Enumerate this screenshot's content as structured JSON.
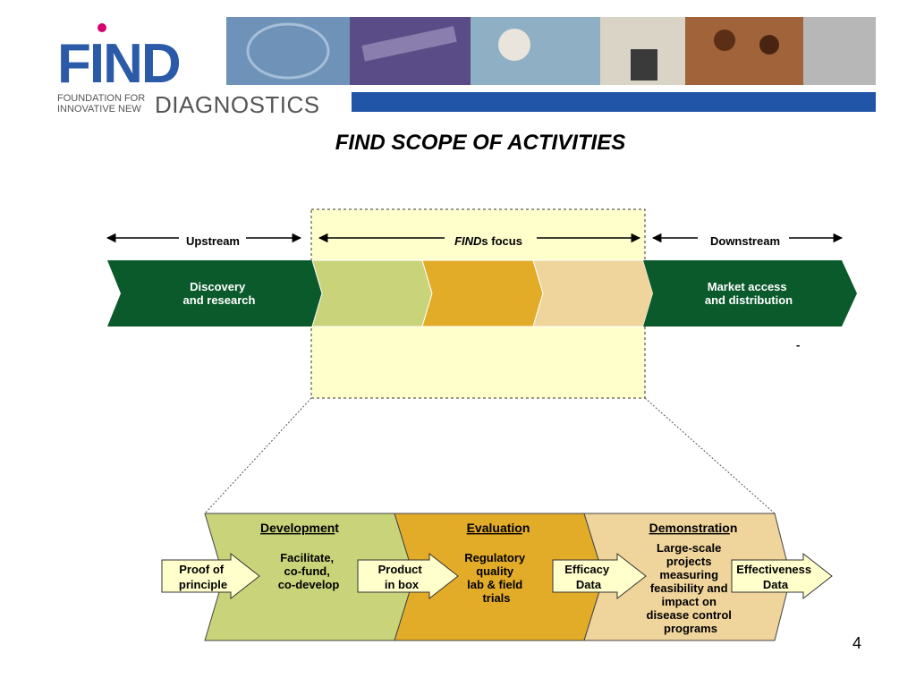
{
  "logo": {
    "wordmark": "FIND",
    "line1": "FOUNDATION FOR",
    "line2": "INNOVATIVE NEW",
    "big": "DIAGNOSTICS"
  },
  "title": "FIND SCOPE OF ACTIVITIES",
  "top": {
    "upstream": "Upstream",
    "focus_em": "FIND",
    "focus_rest": "s focus",
    "downstream": "Downstream",
    "discovery": [
      "Discovery",
      "and  research"
    ],
    "market": [
      "Market access",
      "and distribution"
    ],
    "dash": "-"
  },
  "stages": {
    "development": {
      "head": "Developmen",
      "tail": "t",
      "body": [
        "Facilitate,",
        "co-fund,",
        "co-develop"
      ]
    },
    "evaluation": {
      "head": "Evaluatio",
      "tail": "n",
      "body": [
        "Regulatory",
        "quality",
        "lab & field",
        "trials"
      ]
    },
    "demonstration": {
      "head": "Demonstratio",
      "tail": "n",
      "body": [
        "Large-scale",
        "projects",
        "measuring",
        "feasibility and",
        "impact on",
        "disease control",
        "programs"
      ]
    }
  },
  "arrows": {
    "proof": [
      "Proof of",
      "principle"
    ],
    "product": [
      "Product",
      "in box"
    ],
    "efficacy": [
      "Efficacy",
      "Data"
    ],
    "effectiveness": [
      "Effectiveness",
      "Data"
    ]
  },
  "page_number": "4",
  "colors": {
    "logo_blue": "#2a5aa8",
    "logo_dot": "#d6006e",
    "banner_blue": "#2155a7",
    "dark_green": "#0a5a2c",
    "light_green": "#c9d37a",
    "gold": "#e3ac28",
    "tan": "#efd49b",
    "focus_fill": "#ffffcc"
  }
}
